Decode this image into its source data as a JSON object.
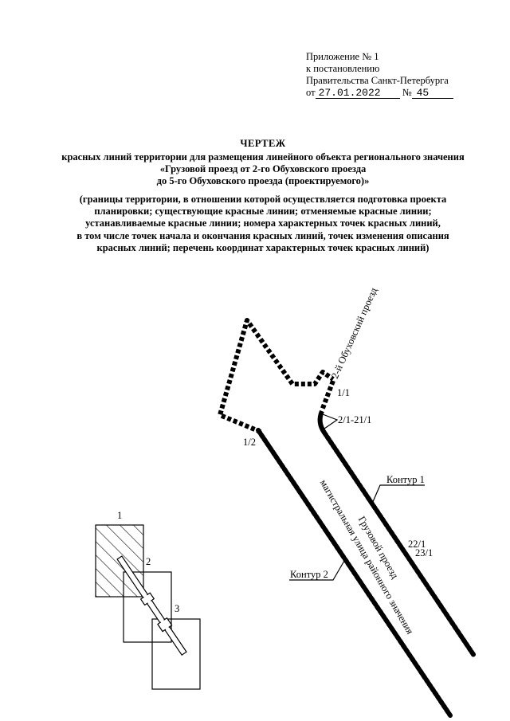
{
  "appendix": {
    "line1": "Приложение № 1",
    "line2": "к постановлению",
    "line3": "Правительства Санкт-Петербурга",
    "date_prefix": "от",
    "date_value": "27.01.2022",
    "number_prefix": "№",
    "number_value": "45"
  },
  "title": "ЧЕРТЕЖ",
  "subtitle": [
    "красных линий территории для размещения линейного объекта регионального значения",
    "«Грузовой проезд от 2-го Обуховского проезда",
    "до 5-го Обуховского проезда (проектируемого)»"
  ],
  "description": [
    "(границы территории, в отношении которой осуществляется подготовка проекта",
    "планировки; существующие красные линии; отменяемые красные линии;",
    "устанавливаемые красные линии; номера характерных точек красных линий,",
    "в том числе точек начала и окончания красных линий, точек изменения описания",
    "красных линий; перечень координат характерных точек красных линий)"
  ],
  "drawing": {
    "street_label_2nd": "2-й Обуховский проезд",
    "road_name": "Грузовой проезд",
    "road_class": "магистральная улица районного значения",
    "contour1_label": "Контур 1",
    "contour2_label": "Контур 2",
    "points": {
      "p1_1": "1/1",
      "p1_2": "1/2",
      "p2_21": "2/1-21/1",
      "p22": "22/1",
      "p23": "23/1"
    },
    "line_color": "#000000"
  },
  "key_map": {
    "sheet_labels": [
      "1",
      "2",
      "3"
    ]
  }
}
